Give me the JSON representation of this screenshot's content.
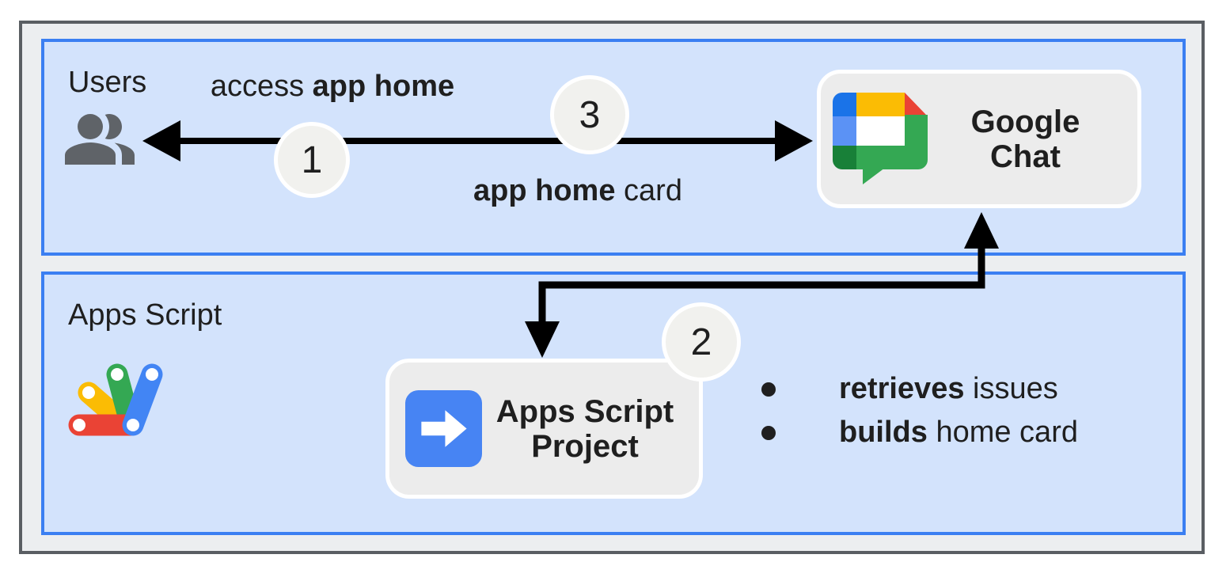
{
  "users_section": {
    "label": "Users"
  },
  "apps_section": {
    "label": "Apps Script"
  },
  "chat_card": {
    "line1": "Google",
    "line2": "Chat"
  },
  "project_card": {
    "line1": "Apps Script",
    "line2": "Project"
  },
  "flow_labels": {
    "access": {
      "regular": "access ",
      "bold": "app home"
    },
    "home_card": {
      "bold": "app home",
      "regular": " card"
    }
  },
  "badges": {
    "step1": "1",
    "step2": "2",
    "step3": "3"
  },
  "bullets": [
    {
      "bold": "retrieves",
      "regular": " issues"
    },
    {
      "bold": "builds",
      "regular": " home card"
    }
  ],
  "icons": [
    "users-icon",
    "google-chat-logo",
    "apps-script-logo",
    "apps-script-project-icon"
  ],
  "colors": {
    "frame_fill": "#eceef0",
    "frame_border": "#5a5e63",
    "section_fill": "#d3e3fc",
    "section_border": "#3b7ff2",
    "card_fill": "#ececec",
    "card_border": "#ffffff",
    "badge_fill": "#f1f1ee",
    "text": "#1f1f1f",
    "arrow": "#000000",
    "icon_gray": "#5f6368",
    "g_blue": "#4285f4",
    "g_blue_dark": "#1a73e8",
    "g_blue_light": "#5b92f5",
    "g_red": "#ea4335",
    "g_yellow": "#fbbc04",
    "g_green": "#34a853",
    "g_green_dark": "#188038",
    "project_icon_blue": "#4784f3"
  }
}
